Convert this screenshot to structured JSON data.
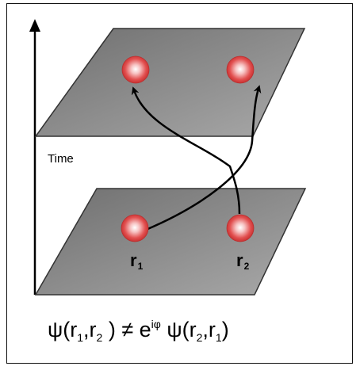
{
  "axis": {
    "label": "Time"
  },
  "particles": {
    "r1": {
      "symbol": "r",
      "sub": "1"
    },
    "r2": {
      "symbol": "r",
      "sub": "2"
    }
  },
  "formula": {
    "psi_left": "ψ(r",
    "sub1": "1",
    "comma1": ",r",
    "sub2": "2",
    "close1": " ) ≠ e",
    "sup": "iφ",
    "psi_right": " ψ(r",
    "sub3": "2",
    "comma2": ",r",
    "sub4": "1",
    "close2": ")"
  },
  "colors": {
    "plane": "#8a8a8a",
    "particle": "#e04848",
    "particle_highlight": "#fff4f4"
  }
}
